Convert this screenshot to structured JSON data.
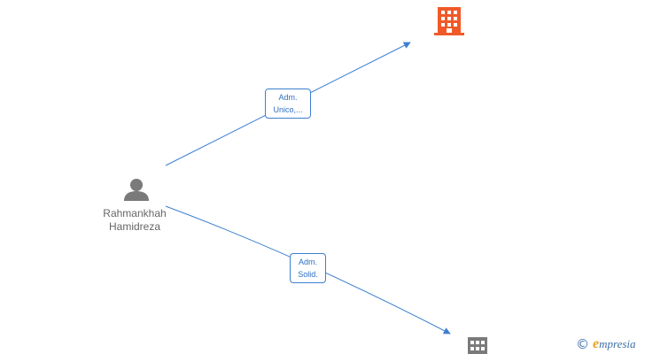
{
  "colors": {
    "edge": "#3d7fd1",
    "person": "#7a7a7a",
    "company_highlight": "#f05a28",
    "company_default": "#7a7a7a"
  },
  "nodes": {
    "person": {
      "icon": "person-icon",
      "name_line1": "Rahmankhah",
      "name_line2": "Hamidreza"
    },
    "company_top": {
      "icon": "building-icon"
    },
    "company_bottom": {
      "icon": "building-icon"
    }
  },
  "edges": [
    {
      "line1": "Adm.",
      "line2": "Unico,..."
    },
    {
      "line1": "Adm.",
      "line2": "Solid."
    }
  ],
  "brand": {
    "copyright": "©",
    "e": "e",
    "name": "mpresia"
  }
}
